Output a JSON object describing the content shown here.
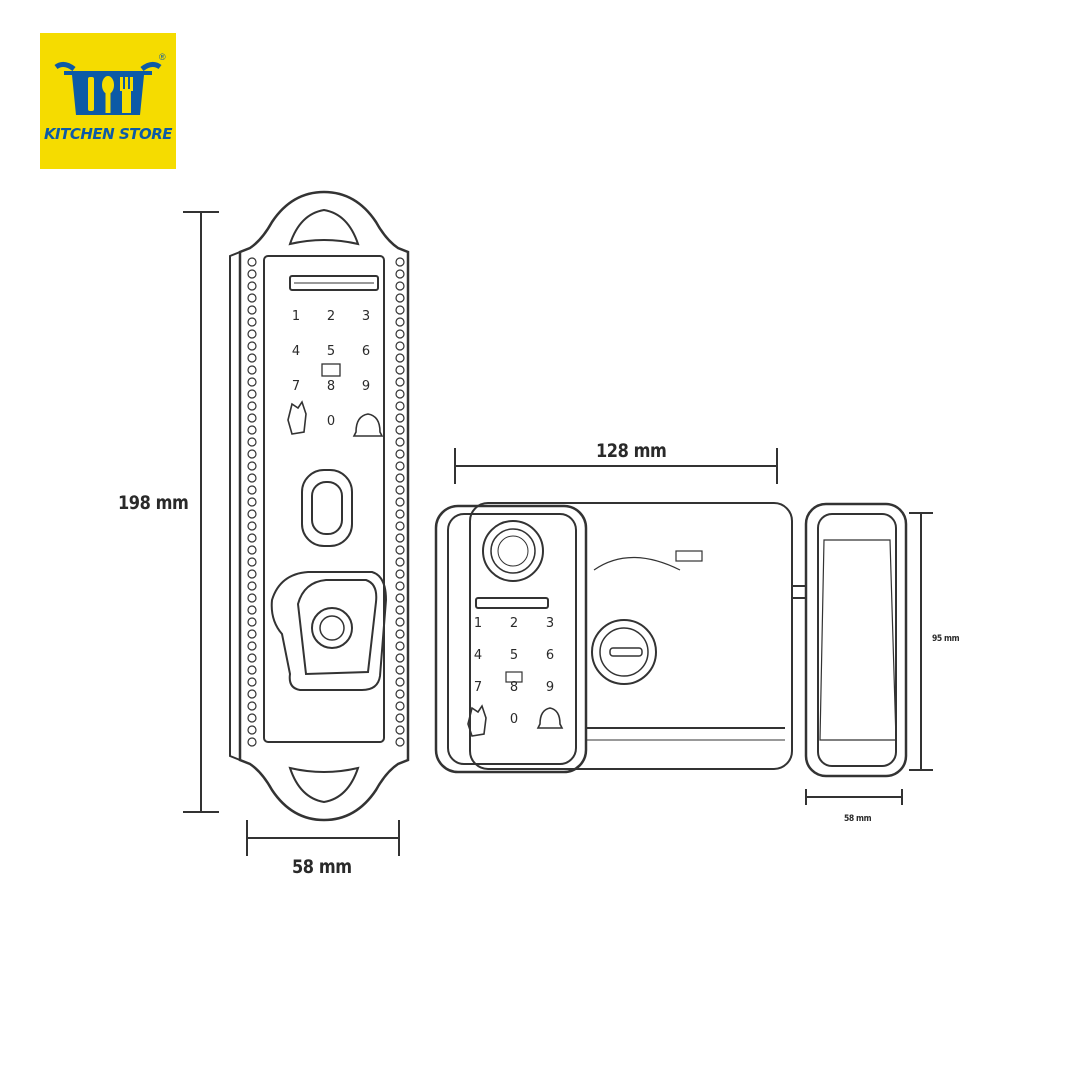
{
  "brand": {
    "name": "KITCHEN STORE",
    "registered_mark": "®",
    "color": "#0c5aa6",
    "background": "#f5dc00",
    "icon": "pot-utensils-icon"
  },
  "dimensions": {
    "front_height": "198 mm",
    "front_width": "58 mm",
    "body_width": "128 mm",
    "side_height": "95 mm",
    "side_width": "58 mm"
  },
  "keypad": {
    "keys": [
      "1",
      "2",
      "3",
      "4",
      "5",
      "6",
      "7",
      "8",
      "9",
      "0"
    ]
  }
}
